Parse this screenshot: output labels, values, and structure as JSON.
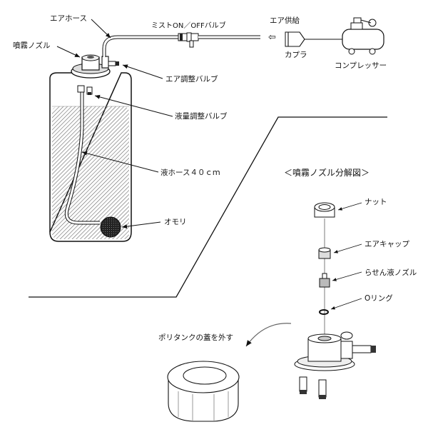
{
  "diagram": {
    "type": "mist-sprayer-setup-instruction",
    "main_labels": {
      "air_hose": "エアホース",
      "spray_nozzle": "噴霧ノズル",
      "mist_valve": "ミストON／OFFバルブ",
      "air_supply": "エア供給",
      "coupler": "カプラ",
      "compressor": "コンプレッサー",
      "air_adjust_valve": "エア調整バルブ",
      "liquid_adjust_valve": "液量調整バルブ",
      "liquid_hose": "液ホース４０ｃｍ",
      "weight": "オモリ"
    },
    "exploded_view": {
      "title": "＜噴霧ノズル分解図＞",
      "parts": [
        "ナット",
        "エアキャップ",
        "らせん液ノズル",
        "Oリング"
      ]
    },
    "cap_instruction": "ポリタンクの蓋を外す",
    "arrow_glyph": "⇦",
    "colors": {
      "line": "#111111",
      "hatch": "#555555",
      "background": "#ffffff"
    }
  }
}
